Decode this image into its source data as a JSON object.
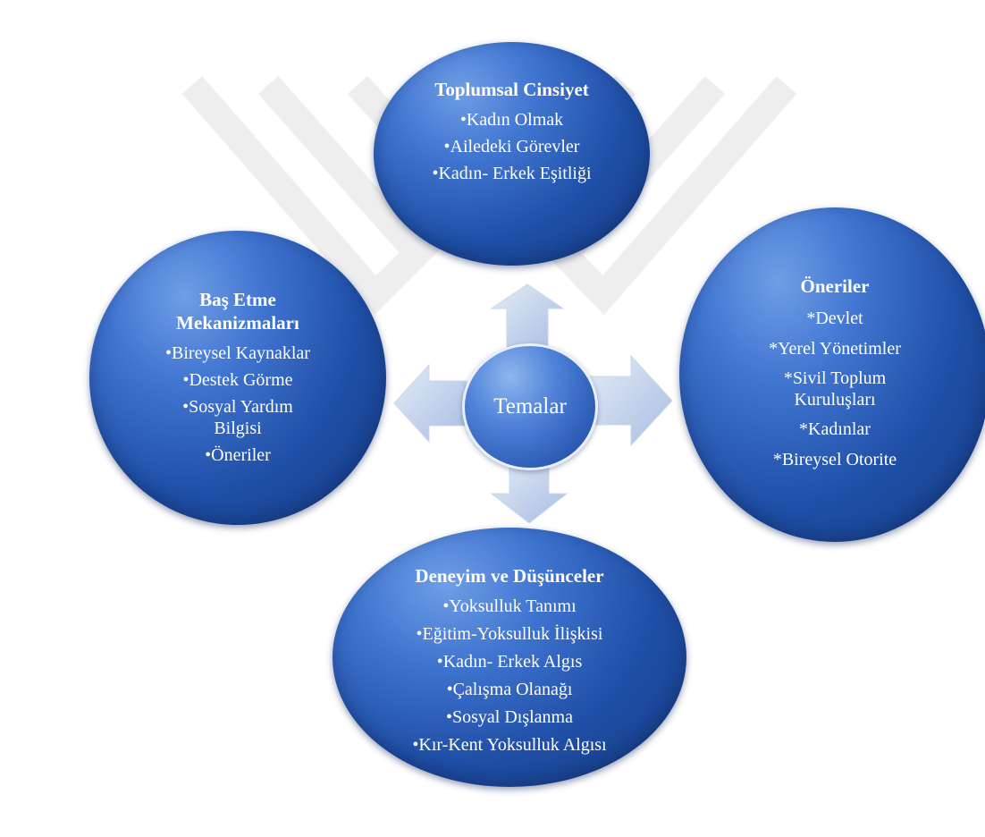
{
  "center": {
    "label": "Temalar"
  },
  "nodes": {
    "top": {
      "title": "Toplumsal Cinsiyet",
      "items": [
        "•Kadın Olmak",
        "•Ailedeki Görevler",
        "•Kadın- Erkek Eşitliği"
      ]
    },
    "right": {
      "title": "Öneriler",
      "items": [
        "*Devlet",
        "*Yerel Yönetimler",
        "*Sivil Toplum Kuruluşları",
        "*Kadınlar",
        "*Bireysel Otorite"
      ]
    },
    "left": {
      "title": "Baş Etme Mekanizmaları",
      "items": [
        "•Bireysel Kaynaklar",
        "•Destek  Görme",
        "•Sosyal Yardım Bilgisi",
        "•Öneriler"
      ]
    },
    "bottom": {
      "title": "Deneyim ve Düşünceler",
      "items": [
        "•Yoksulluk Tanımı",
        "•Eğitim-Yoksulluk İlişkisi",
        "•Kadın- Erkek Algıs",
        "•Çalışma Olanağı",
        "•Sosyal Dışlanma",
        "•Kır-Kent Yoksulluk Algısı"
      ]
    }
  },
  "colors": {
    "bubble": "#1f4fa6",
    "arrow": "#b9c9e6",
    "watermark": "#f1f1f1"
  }
}
